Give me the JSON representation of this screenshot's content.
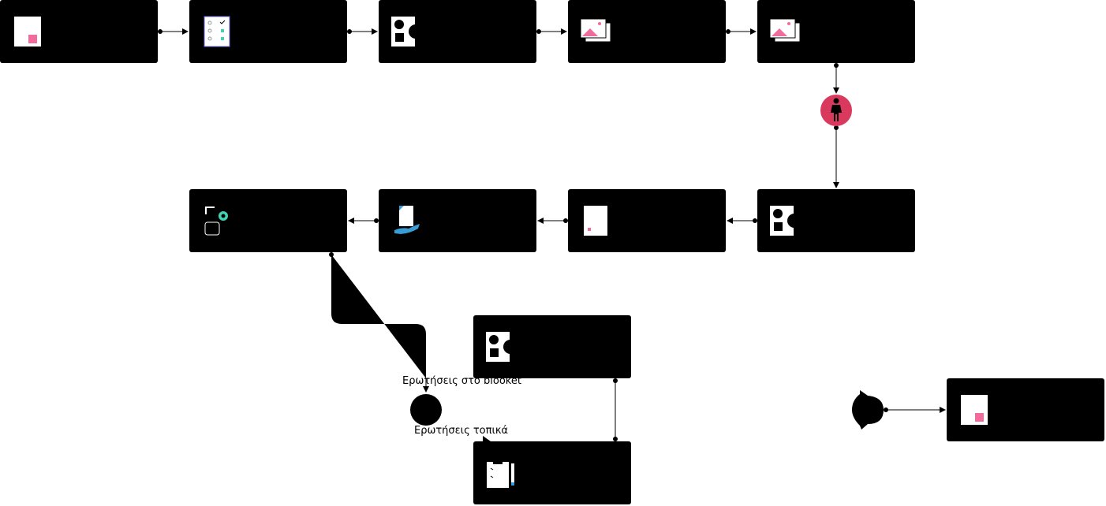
{
  "diagram": {
    "nodes": [
      {
        "id": "n1",
        "icon": "document-icon"
      },
      {
        "id": "n2",
        "icon": "checklist-icon"
      },
      {
        "id": "n3",
        "icon": "shapes-icon"
      },
      {
        "id": "n4",
        "icon": "images-icon"
      },
      {
        "id": "n5",
        "icon": "images-icon"
      },
      {
        "id": "n6",
        "icon": "shapes-icon"
      },
      {
        "id": "n7",
        "icon": "document-icon"
      },
      {
        "id": "n8",
        "icon": "hand-document-icon"
      },
      {
        "id": "n9",
        "icon": "location-pin-icon"
      },
      {
        "id": "n10",
        "icon": "shapes-icon"
      },
      {
        "id": "n11",
        "icon": "clipboard-pencil-icon"
      },
      {
        "id": "n12",
        "icon": "document-icon"
      }
    ],
    "gateway": {
      "branch_labels": [
        "Ερωτήσεις στο blooket",
        "Ερωτήσεις τοπικά"
      ]
    },
    "actor": {
      "icon": "person-icon",
      "color": "#d9395d"
    },
    "merge_node": {
      "icon": "merge-node-icon"
    },
    "colors": {
      "node": "#000000",
      "accent_pink": "#f26b9d",
      "accent_teal": "#3fd3b4",
      "accent_blue": "#3a9bd5"
    }
  }
}
